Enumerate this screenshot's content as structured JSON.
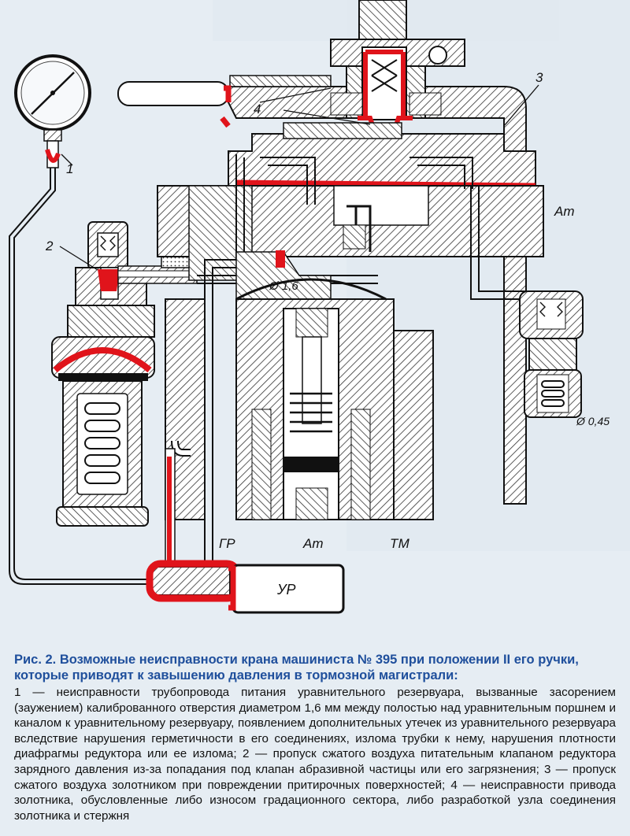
{
  "figure": {
    "callouts": {
      "c1": "1",
      "c2": "2",
      "c3": "3",
      "c4": "4"
    },
    "labels": {
      "gr": "ГР",
      "at_bottom": "Ат",
      "tm": "ТМ",
      "at_right": "Ат",
      "ur": "УР",
      "dia_16": "Ø 1,6",
      "dia_045": "Ø 0,45"
    },
    "colors": {
      "background": "#e6edf3",
      "fault_highlight": "#e0141b",
      "caption_title": "#1f4f9c",
      "hatch": "#333333"
    }
  },
  "caption": {
    "title": "Рис. 2. Возможные неисправности крана машиниста № 395 при положении II его ручки, которые приводят к завышению давления в тормозной магистрали:",
    "body": "1 — неисправности трубопровода питания уравнительного резервуара, вызванные засорением (заужением) калиброванного отверстия диаметром 1,6 мм между полостью над уравнительным поршнем и каналом к уравнительному резервуару, появлением дополнительных утечек из уравнительного резервуара вследствие нарушения герметичности в его соединениях, излома трубки к нему, нарушения плотности диафрагмы редуктора или ее излома; 2 — пропуск сжатого воздуха питательным клапаном редуктора зарядного давления из-за попадания под клапан абразивной частицы или его загрязнения; 3 — пропуск сжатого воздуха золотником при повреждении притирочных поверхностей; 4 — неисправности привода золотника, обусловленные либо износом градационного сектора, либо разработкой узла соединения золотника и стержня"
  }
}
